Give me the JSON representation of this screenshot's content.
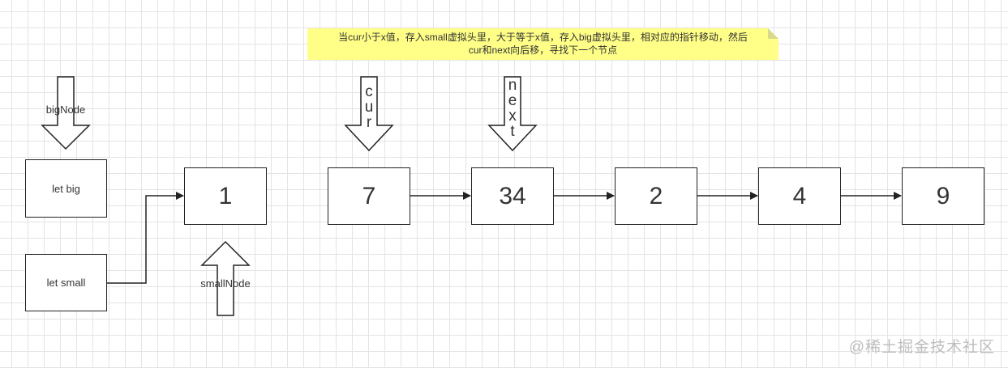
{
  "note": {
    "line1": "当cur小于x值，存入small虚拟头里，大于等于x值，存入big虚拟头里，相对应的指针移动，然后",
    "line2": "cur和next向后移，寻找下一个节点"
  },
  "pointers": {
    "bigNode": "bigNode",
    "smallNode": "smallNode",
    "cur": [
      "c",
      "u",
      "r"
    ],
    "next": [
      "n",
      "e",
      "x",
      "t"
    ]
  },
  "heads": {
    "big": "let big",
    "small": "let small"
  },
  "small_list": [
    "1"
  ],
  "main_list": [
    "7",
    "34",
    "2",
    "4",
    "9"
  ],
  "watermark": "@稀土掘金技术社区"
}
